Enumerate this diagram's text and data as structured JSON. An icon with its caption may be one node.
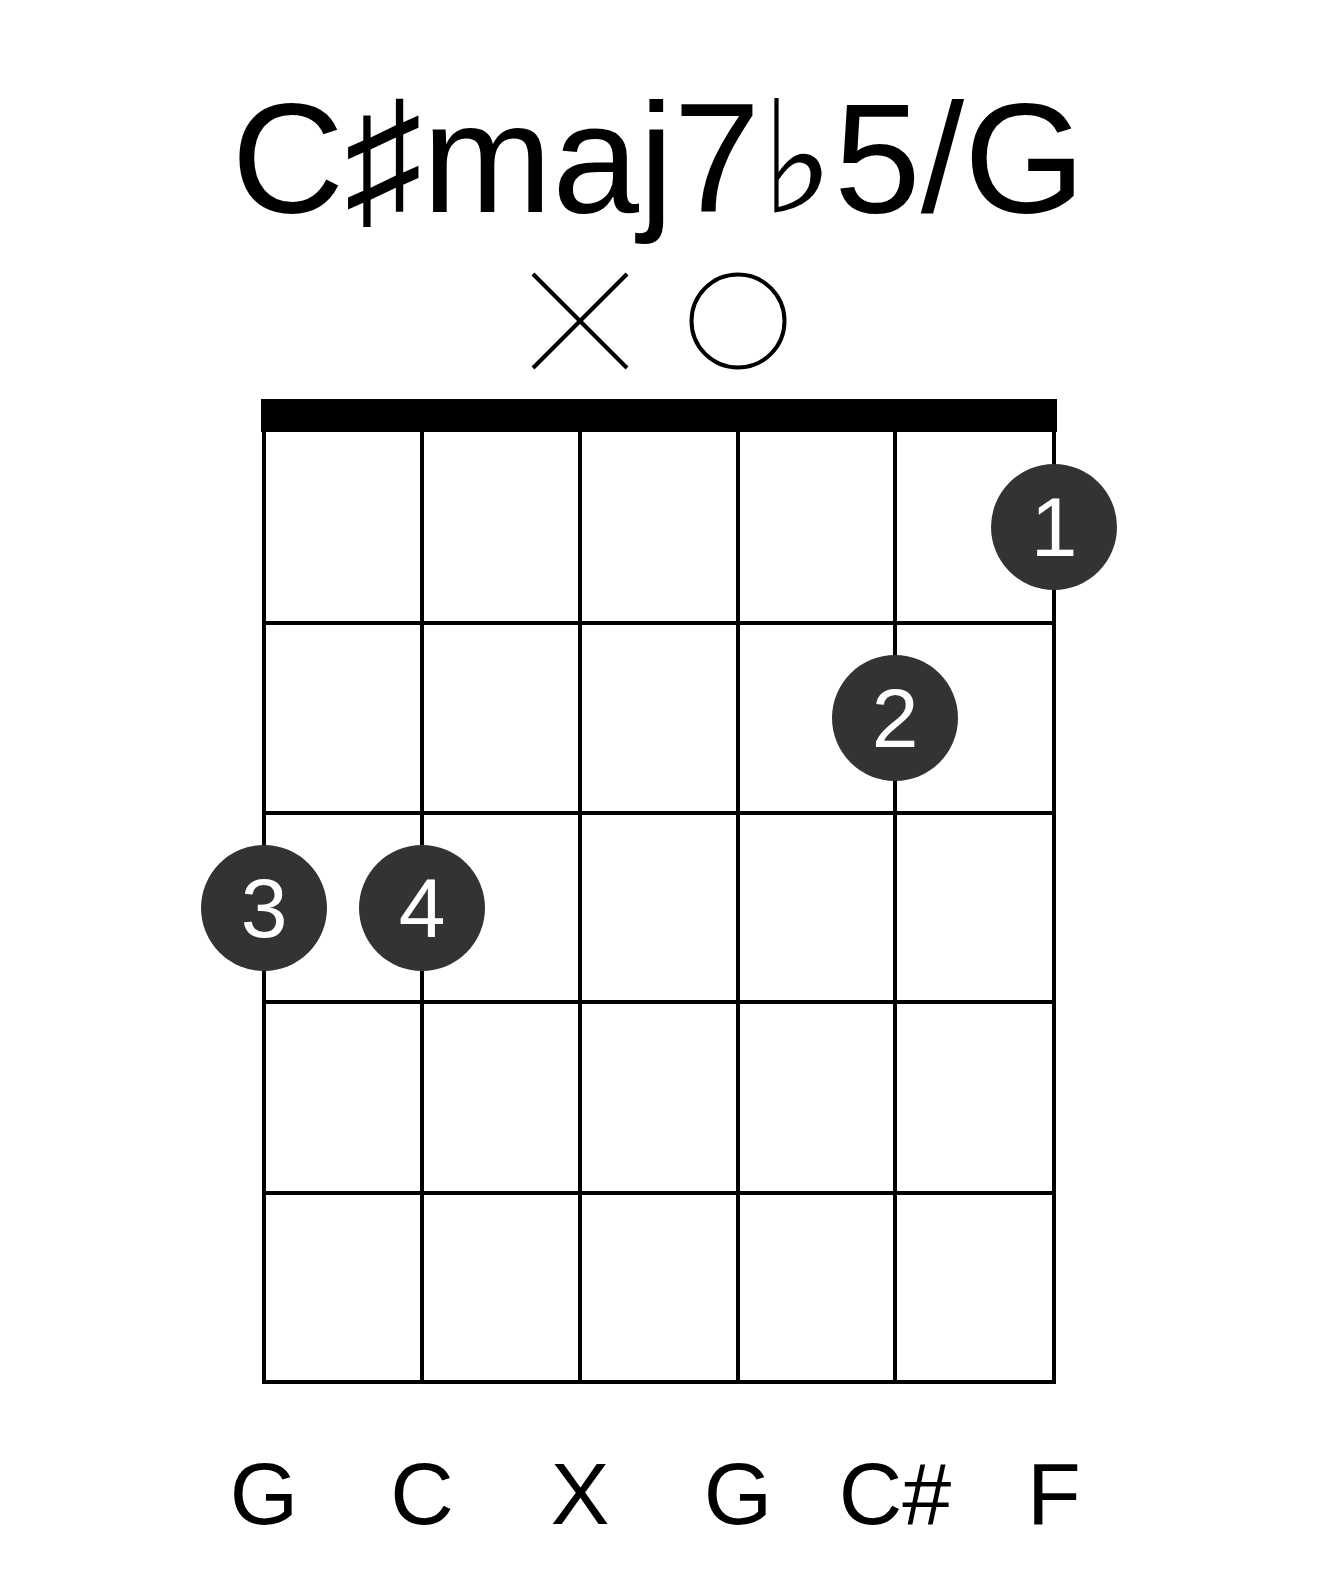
{
  "diagram": {
    "title": "C♯maj7♭5/G",
    "nodes": [
      {
        "text": [],
        "shape": "cross"
      },
      {
        "text": [],
        "shape": "circle"
      },
      {
        "text": [
          "1"
        ]
      },
      {
        "text": [
          "2"
        ]
      },
      {
        "text": [
          "3"
        ]
      },
      {
        "text": [
          "4"
        ]
      }
    ],
    "labels": [
      "G",
      "C",
      "X",
      "G",
      "C#",
      "F"
    ]
  }
}
